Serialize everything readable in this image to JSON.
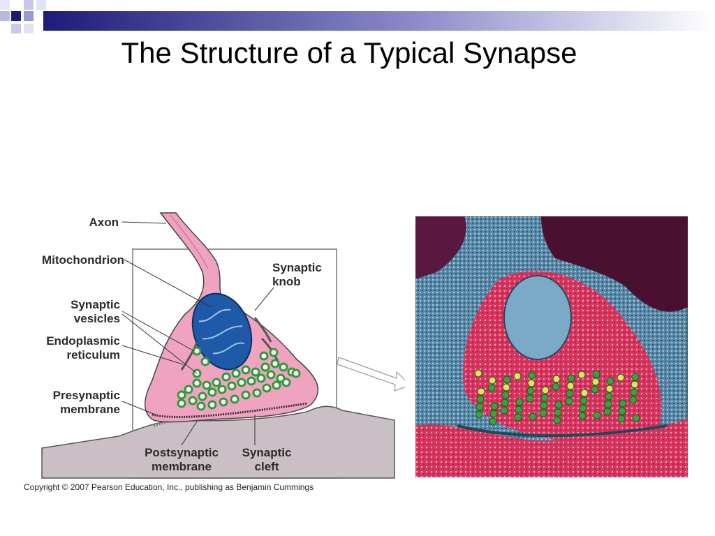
{
  "slide": {
    "title": "The Structure of a Typical Synapse",
    "copyright": "Copyright © 2007 Pearson Education, Inc., publishing as Benjamin Cummings"
  },
  "diagram": {
    "labels": {
      "axon": "Axon",
      "mitochondrion": "Mitochondrion",
      "vesicles_1": "Synaptic",
      "vesicles_2": "vesicles",
      "er_1": "Endoplasmic",
      "er_2": "reticulum",
      "pre_1": "Presynaptic",
      "pre_2": "membrane",
      "knob_1": "Synaptic",
      "knob_2": "knob",
      "post_1": "Postsynaptic",
      "post_2": "membrane",
      "cleft_1": "Synaptic",
      "cleft_2": "cleft"
    },
    "colors": {
      "cell_fill": "#f0a3c0",
      "cell_stroke": "#444444",
      "mitochondrion": "#1e5aa8",
      "vesicle_fill": "#ffffff",
      "vesicle_ring": "#2e9a3a",
      "postsynaptic": "#c9bfc5",
      "header_navy": "#1c1c7a",
      "header_lavender": "#9a9ad0"
    }
  }
}
